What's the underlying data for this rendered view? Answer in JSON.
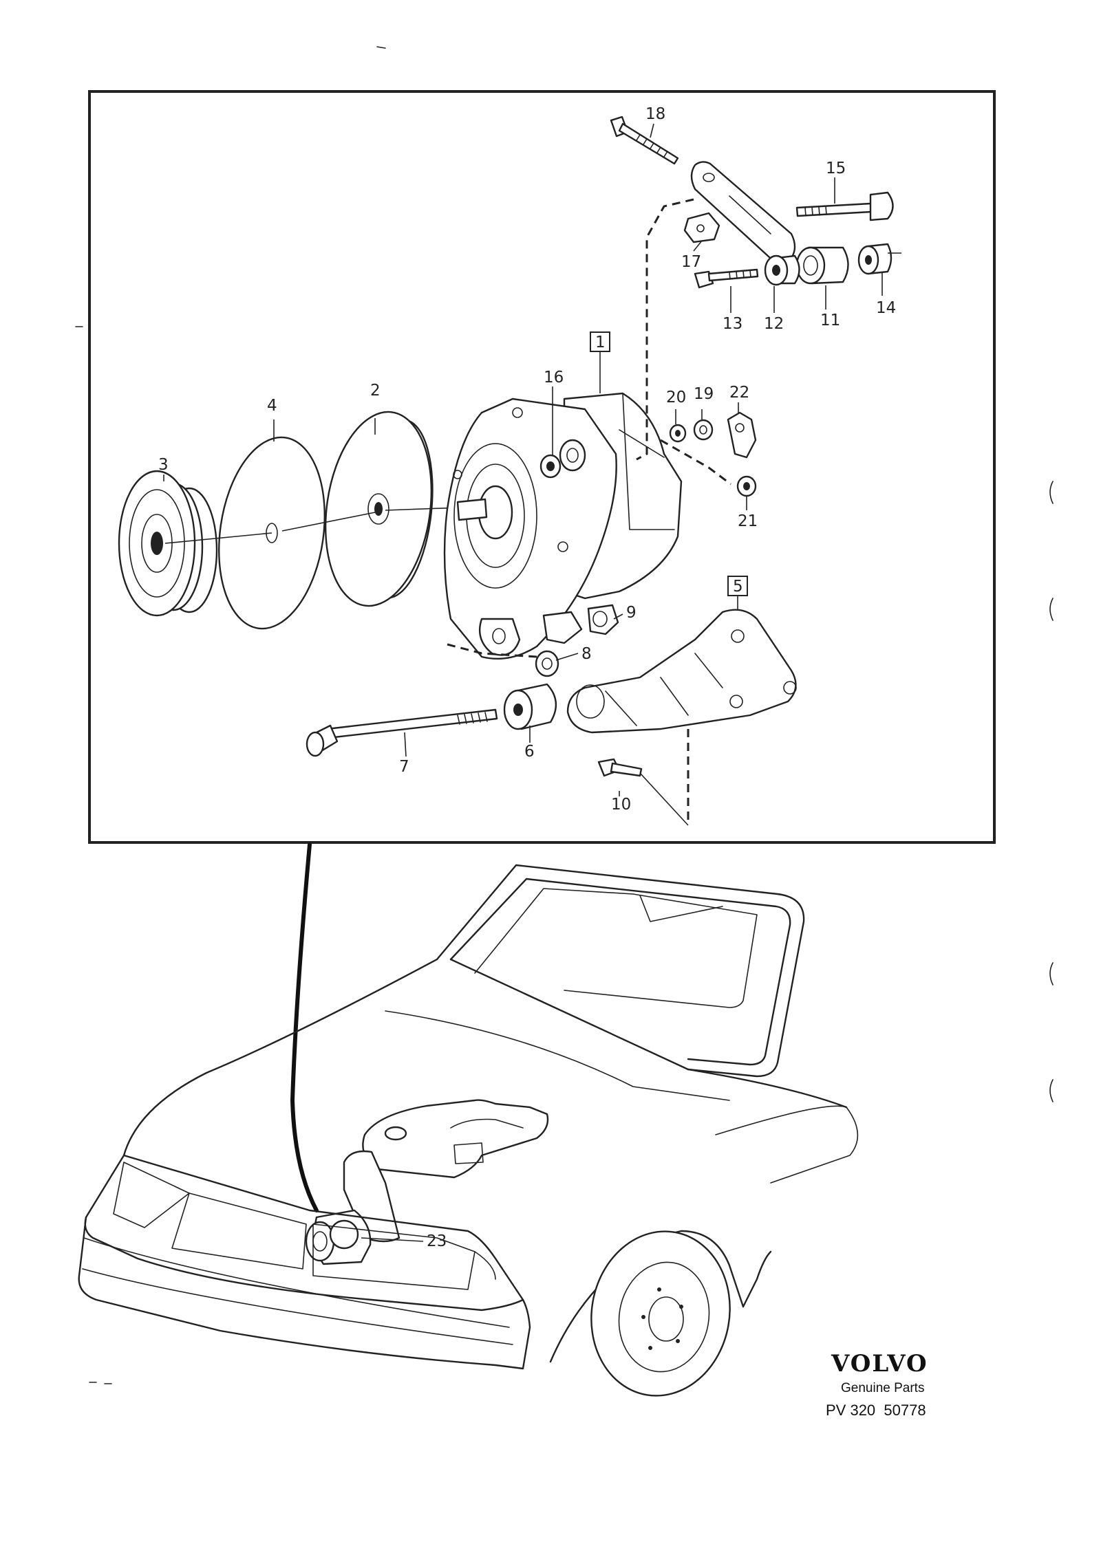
{
  "callouts": {
    "c1": "1",
    "c2": "2",
    "c3": "3",
    "c4": "4",
    "c5": "5",
    "c6": "6",
    "c7": "7",
    "c8": "8",
    "c9": "9",
    "c10": "10",
    "c11": "11",
    "c12": "12",
    "c13": "13",
    "c14": "14",
    "c15": "15",
    "c16": "16",
    "c17": "17",
    "c18": "18",
    "c19": "19",
    "c20": "20",
    "c21": "21",
    "c22": "22",
    "c23": "23"
  },
  "branding": {
    "logo": "VOLVO",
    "tagline": "Genuine Parts",
    "diagram_number": "PV 320  50778"
  },
  "colors": {
    "ink": "#222222",
    "paper": "#ffffff"
  }
}
